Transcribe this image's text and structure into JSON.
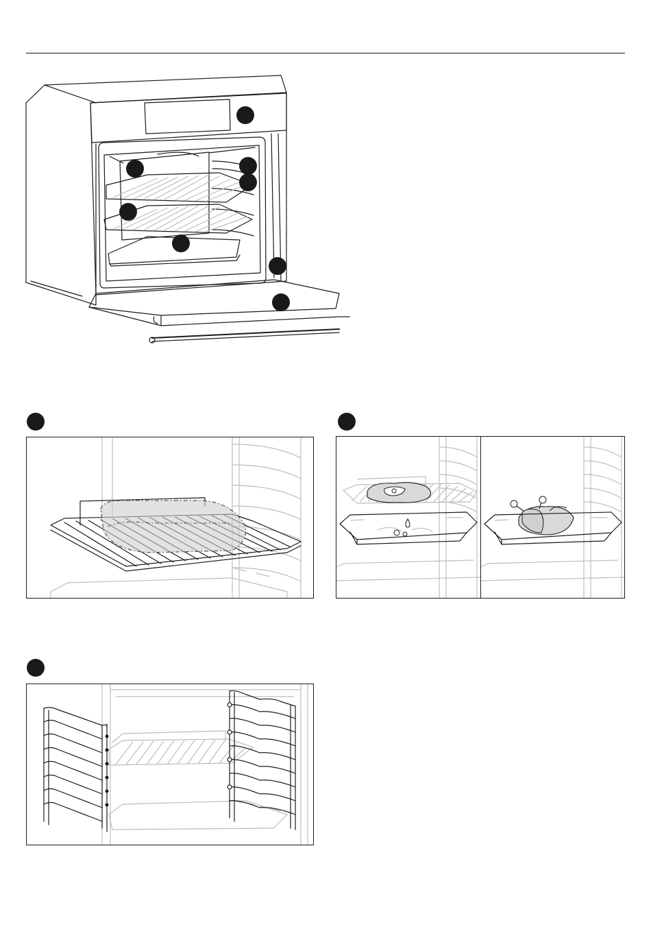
{
  "page": {
    "markers": [
      {
        "name": "marker-control-panel"
      },
      {
        "name": "marker-lamp"
      },
      {
        "name": "marker-side-rails-upper"
      },
      {
        "name": "marker-side-rails-lower"
      },
      {
        "name": "marker-wire-shelf"
      },
      {
        "name": "marker-baking-tray"
      },
      {
        "name": "marker-door-hinge"
      },
      {
        "name": "marker-door"
      }
    ],
    "sections": [
      {
        "name": "wire-shelf-section"
      },
      {
        "name": "tray-usage-section"
      },
      {
        "name": "side-rails-section"
      }
    ]
  },
  "illustrations": {
    "overview": "oven-overview-illustration",
    "shelf": "wire-shelf-illustration",
    "tray_meat": "grilling-meat-illustration",
    "tray_chicken": "roasting-chicken-illustration",
    "rails": "removable-side-rails-illustration"
  }
}
